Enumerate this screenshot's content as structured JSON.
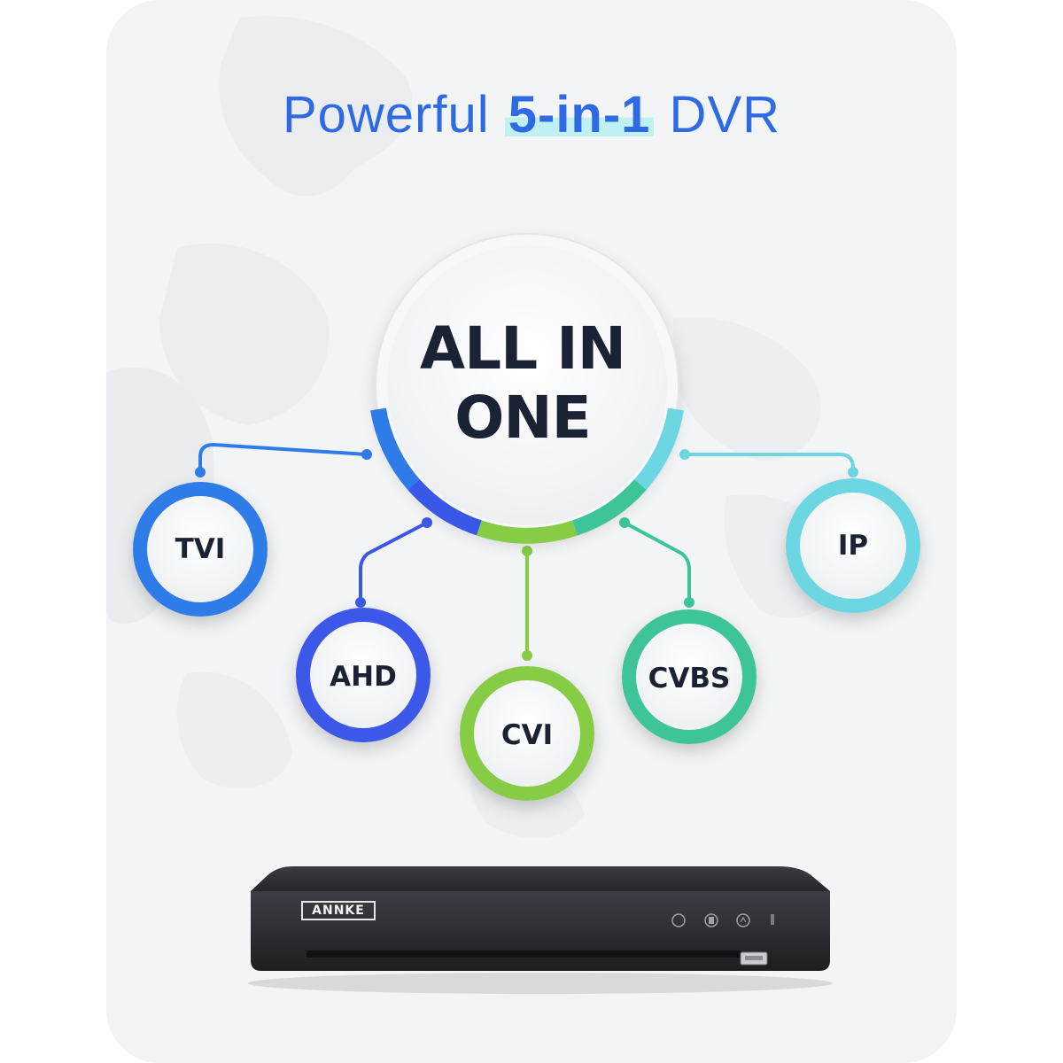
{
  "headline": {
    "prefix": "Powerful ",
    "highlight": "5-in-1",
    "suffix": " DVR"
  },
  "hub": {
    "line1": "ALL IN",
    "line2": "ONE"
  },
  "nodes": [
    {
      "label": "TVI",
      "color": "#2f7be8"
    },
    {
      "label": "AHD",
      "color": "#3a58e8"
    },
    {
      "label": "CVI",
      "color": "#86cc45"
    },
    {
      "label": "CVBS",
      "color": "#3ec49a"
    },
    {
      "label": "IP",
      "color": "#6dd6e3"
    }
  ],
  "device": {
    "brand": "ANNKE"
  },
  "colors": {
    "headline": "#2d6ae3",
    "highlight_band": "#bff0f2",
    "text_dark": "#1b2233",
    "device_body": "#2b2e33"
  }
}
